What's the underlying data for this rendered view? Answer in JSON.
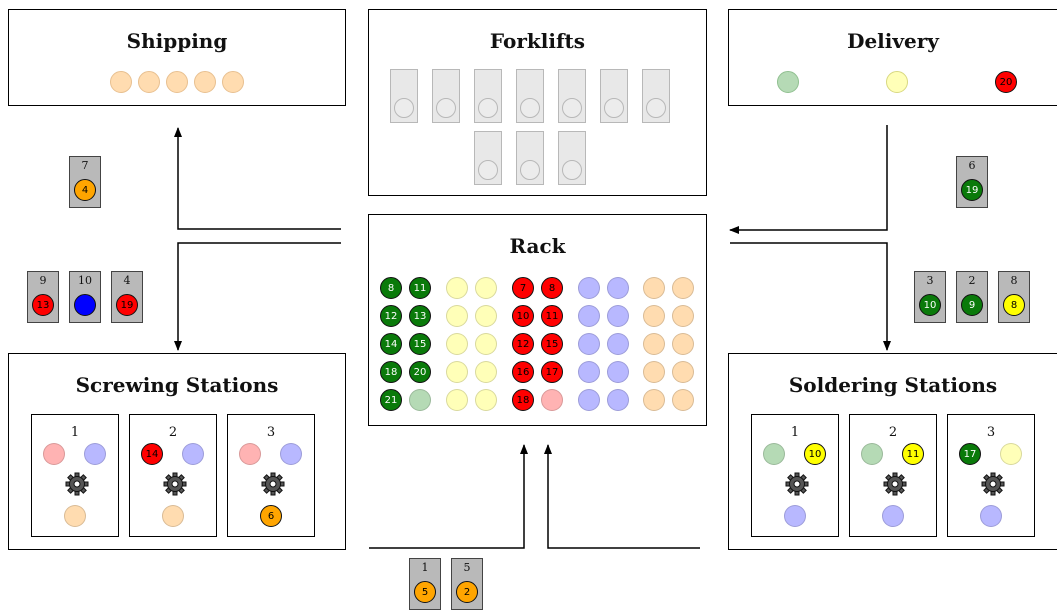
{
  "panels": {
    "shipping": "Shipping",
    "forklifts": "Forklifts",
    "delivery": "Delivery",
    "rack": "Rack",
    "screwing": "Screwing Stations",
    "soldering": "Soldering Stations"
  },
  "colors": {
    "green": "#0a7a0a",
    "green_faded": "#b5dab5",
    "yellow": "#ffff00",
    "yellow_faded": "#ffffb8",
    "red": "#ff0000",
    "red_faded": "#ffb3b3",
    "blue": "#0000ff",
    "blue_faded": "#b8b8ff",
    "orange": "#ffa500",
    "orange_faded": "#ffdcb0"
  },
  "rack": {
    "green": [
      "8",
      "11",
      "12",
      "13",
      "14",
      "15",
      "18",
      "20",
      "21",
      ""
    ],
    "red": [
      "7",
      "8",
      "10",
      "11",
      "12",
      "15",
      "16",
      "17",
      "18",
      ""
    ]
  },
  "delivery_items": [
    {
      "color": "green_faded",
      "label": ""
    },
    {
      "color": "yellow_faded",
      "label": ""
    },
    {
      "color": "red",
      "label": "20"
    }
  ],
  "carts": {
    "c7": {
      "num": "7",
      "item": "4",
      "color": "orange"
    },
    "c9": {
      "num": "9",
      "item": "13",
      "color": "red"
    },
    "c10": {
      "num": "10",
      "item": "",
      "color": "blue"
    },
    "c4": {
      "num": "4",
      "item": "19",
      "color": "red"
    },
    "c6": {
      "num": "6",
      "item": "19",
      "color": "green"
    },
    "c3": {
      "num": "3",
      "item": "10",
      "color": "green"
    },
    "c2": {
      "num": "2",
      "item": "9",
      "color": "green"
    },
    "c8": {
      "num": "8",
      "item": "8",
      "color": "yellow"
    },
    "c1": {
      "num": "1",
      "item": "5",
      "color": "orange"
    },
    "c5": {
      "num": "5",
      "item": "2",
      "color": "orange"
    }
  },
  "screwing_stations": [
    {
      "num": "1",
      "slots": [
        {
          "color": "red_faded",
          "label": ""
        },
        {
          "color": "blue_faded",
          "label": ""
        },
        {
          "color": "orange_faded",
          "label": ""
        }
      ]
    },
    {
      "num": "2",
      "slots": [
        {
          "color": "red",
          "label": "14"
        },
        {
          "color": "blue_faded",
          "label": ""
        },
        {
          "color": "orange_faded",
          "label": ""
        }
      ]
    },
    {
      "num": "3",
      "slots": [
        {
          "color": "red_faded",
          "label": ""
        },
        {
          "color": "blue_faded",
          "label": ""
        },
        {
          "color": "orange",
          "label": "6"
        }
      ]
    }
  ],
  "soldering_stations": [
    {
      "num": "1",
      "slots": [
        {
          "color": "green_faded",
          "label": ""
        },
        {
          "color": "yellow",
          "label": "10"
        },
        {
          "color": "blue_faded",
          "label": ""
        }
      ]
    },
    {
      "num": "2",
      "slots": [
        {
          "color": "green_faded",
          "label": ""
        },
        {
          "color": "yellow",
          "label": "11"
        },
        {
          "color": "blue_faded",
          "label": ""
        }
      ]
    },
    {
      "num": "3",
      "slots": [
        {
          "color": "green",
          "label": "17"
        },
        {
          "color": "yellow_faded",
          "label": ""
        },
        {
          "color": "blue_faded",
          "label": ""
        }
      ]
    }
  ]
}
